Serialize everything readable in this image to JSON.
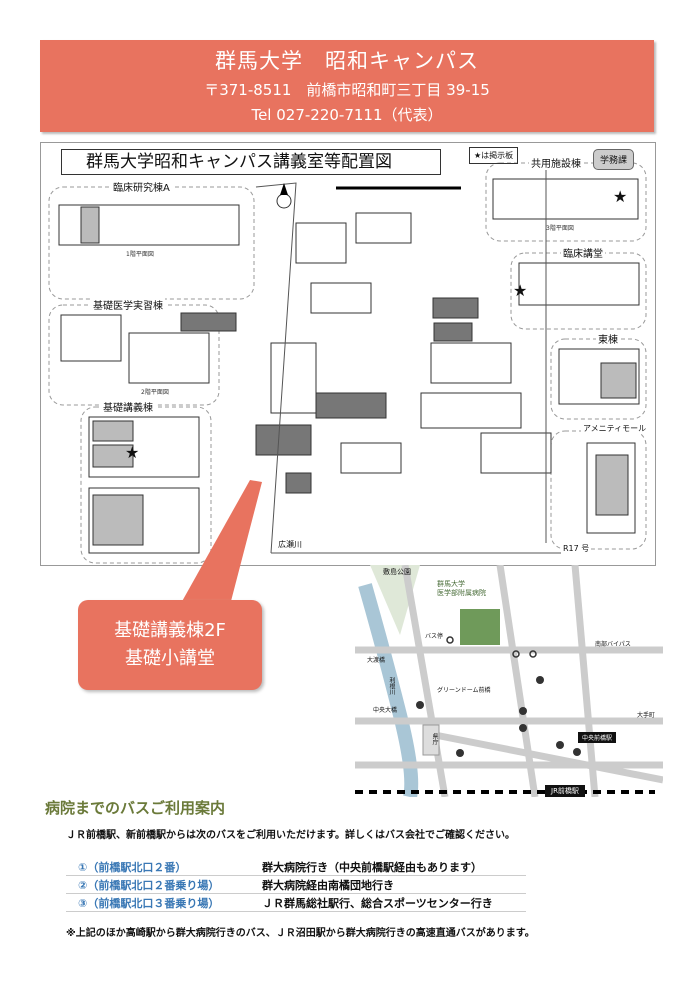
{
  "header": {
    "title": "群馬大学　昭和キャンパス",
    "address": "〒371-8511　前橋市昭和町三丁目 39-15",
    "tel": "Tel 027-220-7111（代表）"
  },
  "campus_map": {
    "title": "群馬大学昭和キャンパス講義室等配置図",
    "legend": "★は掲示板",
    "office_bubble": "学務課",
    "labels": {
      "rinsho_a": "臨床研究棟A",
      "kiso_jisshu": "基礎医学実習棟",
      "kiso_kougi": "基礎講義棟",
      "kyoyo": "共用施設棟",
      "rinsho_kodo": "臨床講堂",
      "higashi": "東棟",
      "amenity": "アメニティモール",
      "river": "広瀬川",
      "road": "R17 号",
      "floor1": "1階平面図",
      "floor2": "2階平面図",
      "floor3": "3階平面図"
    }
  },
  "callout": {
    "line1": "基礎講義棟2F",
    "line2": "基礎小講堂"
  },
  "area_map": {
    "park": "敷島公園",
    "hospital": "群馬大学\n医学部附属病院",
    "bus_stop": "バス停",
    "bypass": "南部バイパス",
    "bridge1": "大渡橋",
    "river": "利根川",
    "green": "グリーンドーム前橋",
    "bridge2": "中央大橋",
    "station_c": "中央前橋駅",
    "station_jr": "JR前橋駅",
    "city": "県庁",
    "ohte": "大手町"
  },
  "bus": {
    "title": "病院までのバスご利用案内",
    "intro": "ＪＲ前橋駅、新前橋駅からは次のバスをご利用いただけます。詳しくはバス会社でご確認ください。",
    "routes": [
      {
        "stop": "①（前橋駅北口２番）",
        "dest": "群大病院行き（中央前橋駅経由もあります）"
      },
      {
        "stop": "②（前橋駅北口２番乗り場）",
        "dest": "群大病院経由南橘団地行き"
      },
      {
        "stop": "③（前橋駅北口３番乗り場）",
        "dest": "ＪＲ群馬総社駅行、総合スポーツセンター行き"
      }
    ],
    "note": "※上記のほか高崎駅から群大病院行きのバス、ＪＲ沼田駅から群大病院行きの高速直通バスがあります。"
  },
  "colors": {
    "accent": "#e8735f",
    "route_blue": "#3a78b5",
    "heading_green": "#6b7a3a",
    "hospital_green": "#6f9a5a"
  }
}
